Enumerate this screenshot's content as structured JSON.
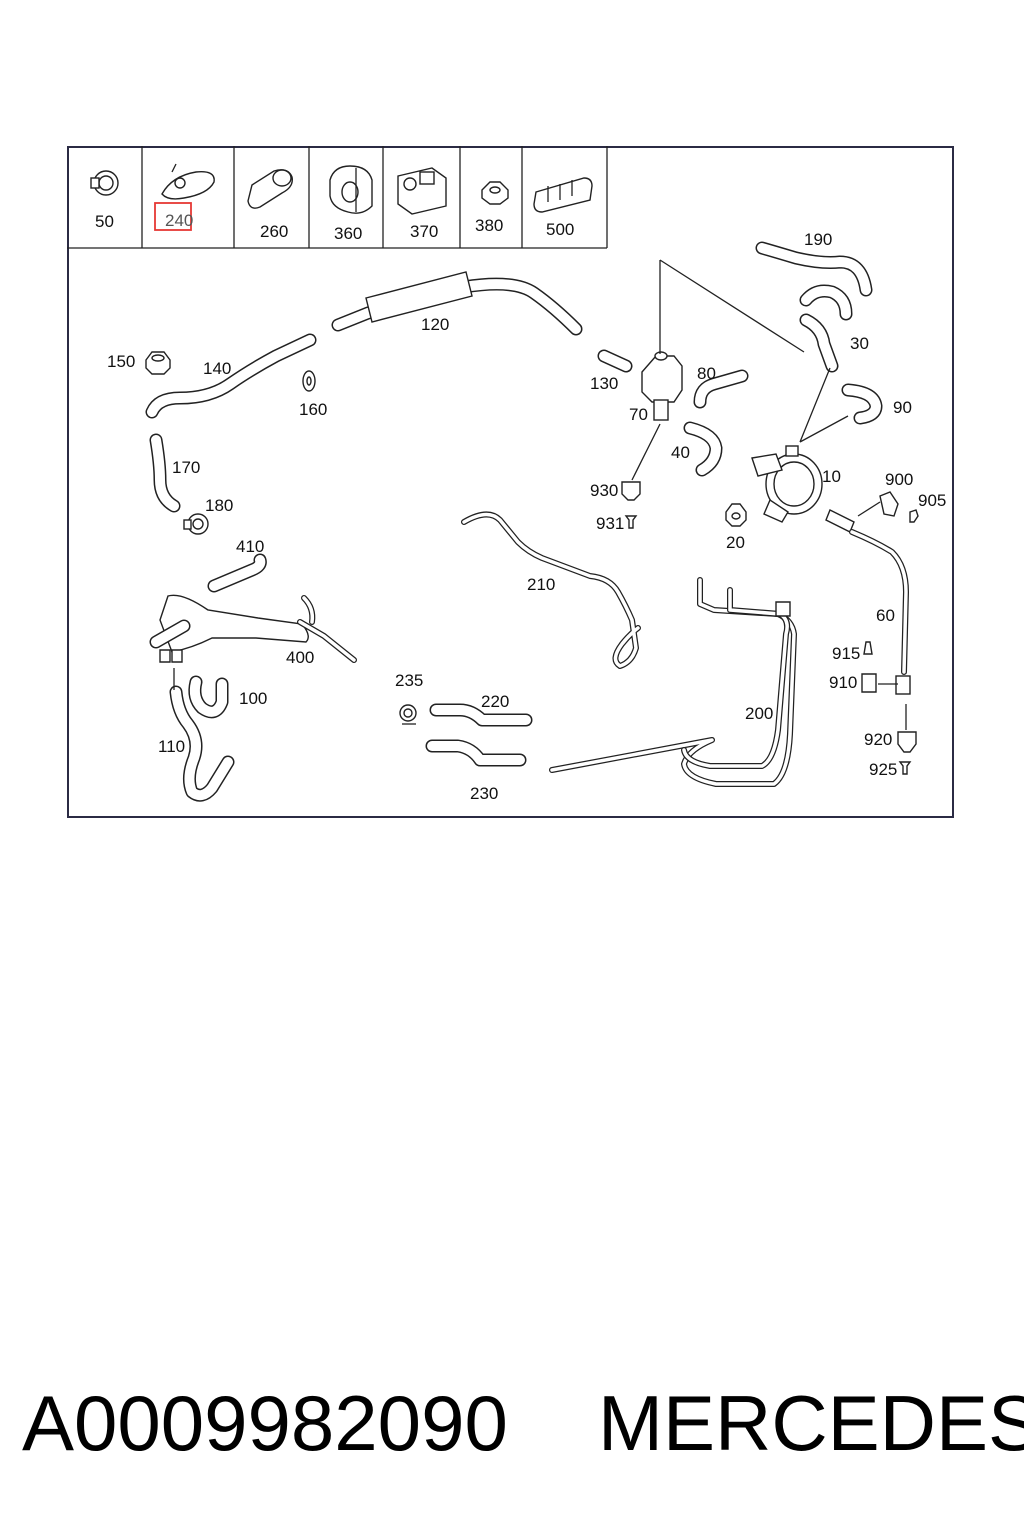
{
  "footer": {
    "part_number": "A0009982090",
    "brand": "MERCEDES"
  },
  "legend": {
    "items": [
      {
        "label": "50",
        "icon": "clamp-icon"
      },
      {
        "label": "240",
        "icon": "grommet-icon",
        "highlighted": true
      },
      {
        "label": "260",
        "icon": "hose-sleeve-icon"
      },
      {
        "label": "360",
        "icon": "rubber-mount-icon"
      },
      {
        "label": "370",
        "icon": "bracket-icon"
      },
      {
        "label": "380",
        "icon": "nut-icon"
      },
      {
        "label": "500",
        "icon": "insulation-sleeve-icon"
      }
    ],
    "highlight_color": "#e53935"
  },
  "callouts": {
    "c10": "10",
    "c20": "20",
    "c30": "30",
    "c40": "40",
    "c60": "60",
    "c70": "70",
    "c80": "80",
    "c90": "90",
    "c100": "100",
    "c110": "110",
    "c120": "120",
    "c130": "130",
    "c140": "140",
    "c150": "150",
    "c160": "160",
    "c170": "170",
    "c180": "180",
    "c190": "190",
    "c200": "200",
    "c210": "210",
    "c220": "220",
    "c230": "230",
    "c235": "235",
    "c400": "400",
    "c410": "410",
    "c900": "900",
    "c905": "905",
    "c910": "910",
    "c915": "915",
    "c920": "920",
    "c925": "925",
    "c930": "930",
    "c931": "931"
  }
}
